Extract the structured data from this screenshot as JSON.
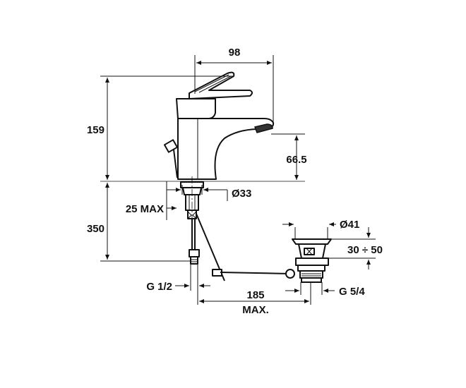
{
  "dimensions": {
    "width_top": "98",
    "height_total": "159",
    "spout_height": "66.5",
    "hole_diameter": "Ø33",
    "deck_thickness": "25 MAX",
    "hose_length": "350",
    "waste_diameter": "Ø41",
    "waste_range": "30 ÷ 50",
    "inlet_thread": "G 1/2",
    "rod_length_value": "185",
    "rod_length_max": "MAX.",
    "waste_thread": "G 5/4"
  },
  "colors": {
    "line": "#111111",
    "background": "#ffffff"
  }
}
